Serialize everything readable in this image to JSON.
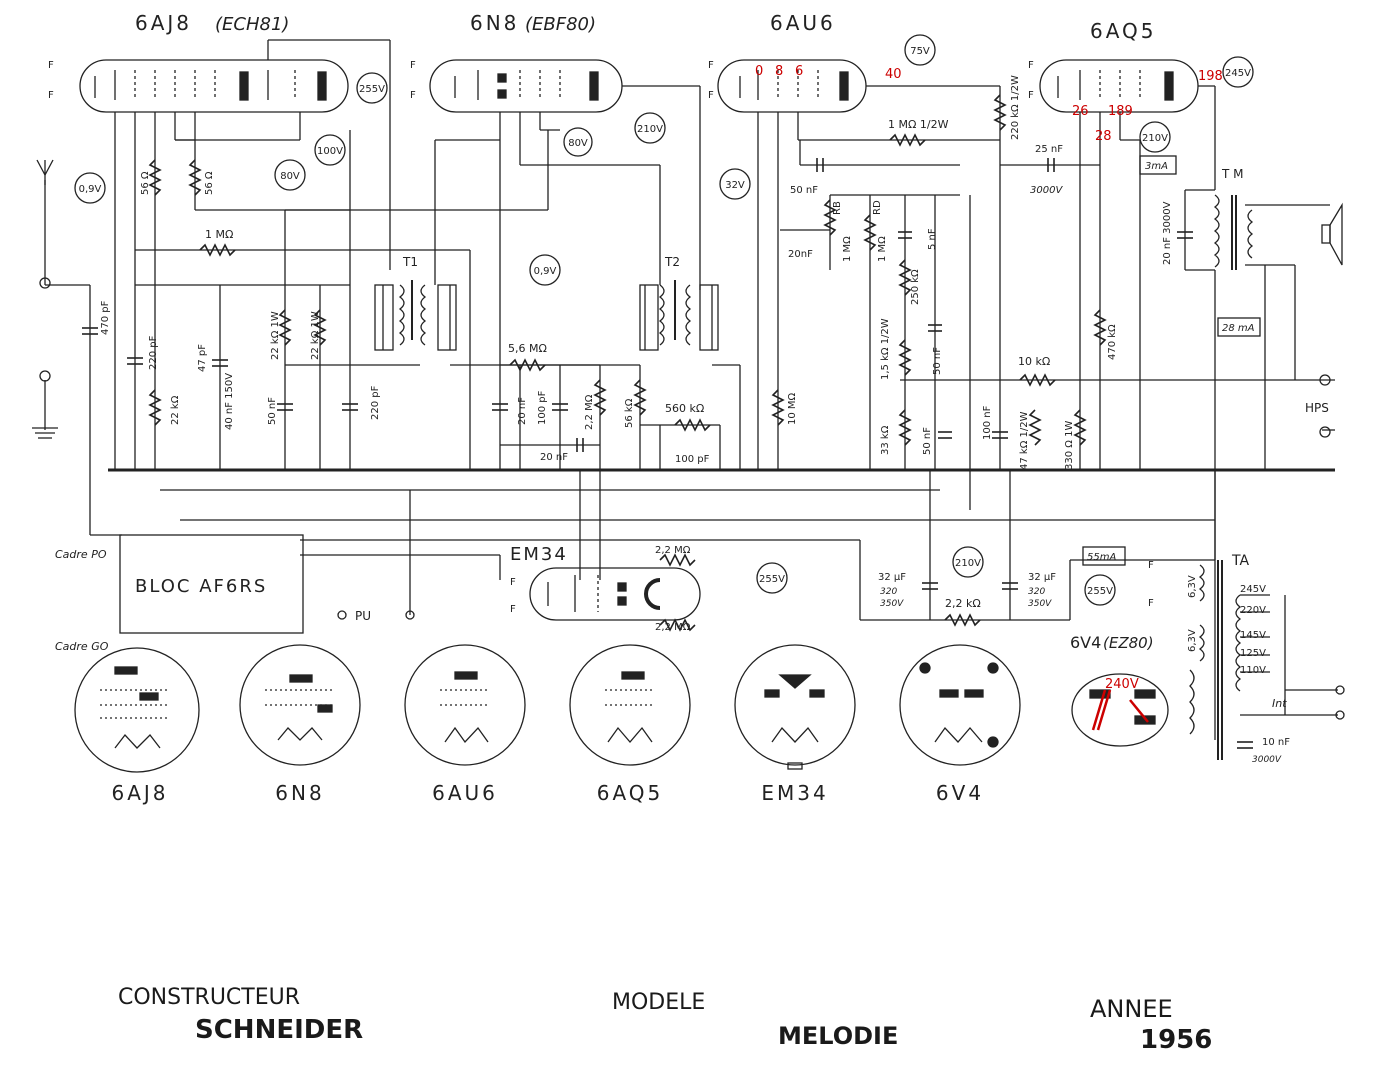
{
  "tubes": [
    {
      "name": "6AJ8",
      "alt": "(ECH81)"
    },
    {
      "name": "6N8",
      "alt": "(EBF80)"
    },
    {
      "name": "6AU6",
      "alt": ""
    },
    {
      "name": "6AQ5",
      "alt": ""
    }
  ],
  "voltages": {
    "v255_ech": "255V",
    "v100": "100V",
    "v09_top": "0,9V",
    "v80_top": "80V",
    "v80_mid": "80V",
    "v210_n8": "210V",
    "v32": "32V",
    "v75": "75V",
    "v09_mid": "0,9V",
    "v245": "245V",
    "v210_aq": "210V",
    "v255_em": "255V",
    "v210_psu": "210V",
    "v255_psu": "255V"
  },
  "red_annotations": {
    "au6_p1": "0",
    "au6_p2": "8",
    "au6_p3": "6",
    "au6_plate": "40",
    "aq5_plate": "198",
    "aq5_g1": "26",
    "aq5_k": "189",
    "aq5_g2": "28",
    "ez80": "240V"
  },
  "currents": {
    "c3": "3mA",
    "c28": "28 mA",
    "c55": "55mA"
  },
  "components": {
    "r56a": "56 Ω",
    "r56b": "56 Ω",
    "r1m": "1 MΩ",
    "c470": "470 pF",
    "c220a": "220 pF",
    "r22k": "22 kΩ",
    "c47": "47 pF",
    "c40n": "40 nF 150V",
    "c50n": "50 nF",
    "r22k1w_a": "22 kΩ 1W",
    "r22k1w_b": "22 kΩ 1W",
    "c220b": "220 pF",
    "r56m": "5,6 MΩ",
    "c20n": "20 nF",
    "c100p": "100 pF",
    "r22m": "2,2 MΩ",
    "r56k": "56 kΩ",
    "r560k": "560 kΩ",
    "c20n_b": "20 nF",
    "c100p_b": "100 pF",
    "r1m2w": "1 MΩ 1/2W",
    "r220k": "220 kΩ 1/2W",
    "c25n": "25 nF",
    "c3000": "3000V",
    "c50n_b": "50 nF",
    "rb": "RB",
    "rd": "RD",
    "c20n_c": "20nF",
    "r1m_rb": "1 MΩ",
    "r1m_rd": "1 MΩ",
    "c5n": "5 nF",
    "r250k": "250 kΩ",
    "r15k": "1,5 kΩ 1/2W",
    "c50n_c": "50 nF",
    "r10m": "10 MΩ",
    "r33k": "33 kΩ",
    "c50n_d": "50 nF",
    "c100n": "100 nF",
    "r47k": "47 kΩ 1/2W",
    "r330": "330 Ω 1W",
    "r470k": "470 kΩ",
    "r10k": "10 kΩ",
    "c20n3000": "20 nF 3000V",
    "c32a": "32 µF",
    "c32a_v": "320",
    "c32a_v2": "350V",
    "c32b": "32 µF",
    "c32b_v": "320",
    "c32b_v2": "350V",
    "r22k_psu": "2,2 kΩ",
    "r22m_a": "2,2 MΩ",
    "r22m_b": "2,2 MΩ",
    "c10n": "10 nF",
    "c10n_v": "3000V"
  },
  "labels": {
    "t1": "T1",
    "t2": "T2",
    "tm": "T M",
    "ta": "TA",
    "hps": "HPS",
    "pu": "PU",
    "bloc": "BLOC AF6RS",
    "cadre_po": "Cadre PO",
    "cadre_go": "Cadre GO",
    "em34": "EM34",
    "ez80_name": "6V4",
    "ez80_alt": "(EZ80)",
    "v63a": "6,3V",
    "v63b": "6,3V",
    "int": "Int",
    "tap245": "245V",
    "tap220": "220V",
    "tap145": "145V",
    "tap125": "125V",
    "tap110": "110V",
    "f": "F"
  },
  "bases": [
    "6AJ8",
    "6N8",
    "6AU6",
    "6AQ5",
    "EM34",
    "6V4"
  ],
  "footer": {
    "constructeur_label": "CONSTRUCTEUR",
    "constructeur_value": "SCHNEIDER",
    "modele_label": "MODELE",
    "modele_value": "MELODIE",
    "annee_label": "ANNEE",
    "annee_value": "1956"
  }
}
